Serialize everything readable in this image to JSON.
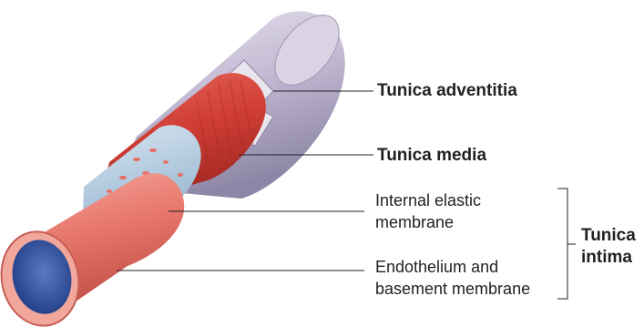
{
  "labels": {
    "adventitia": "Tunica adventitia",
    "media": "Tunica media",
    "elastic_line1": "Internal elastic",
    "elastic_line2": "membrane",
    "endo_line1": "Endothelium and",
    "endo_line2": "basement membrane",
    "intima_line1": "Tunica",
    "intima_line2": "intima"
  },
  "colors": {
    "adventitia": "#c9c2d8",
    "media": "#d2453c",
    "elastic": "#b9d3e6",
    "intima": "#e9837a",
    "lumen": "#3b5aa6",
    "text": "#231f20"
  }
}
